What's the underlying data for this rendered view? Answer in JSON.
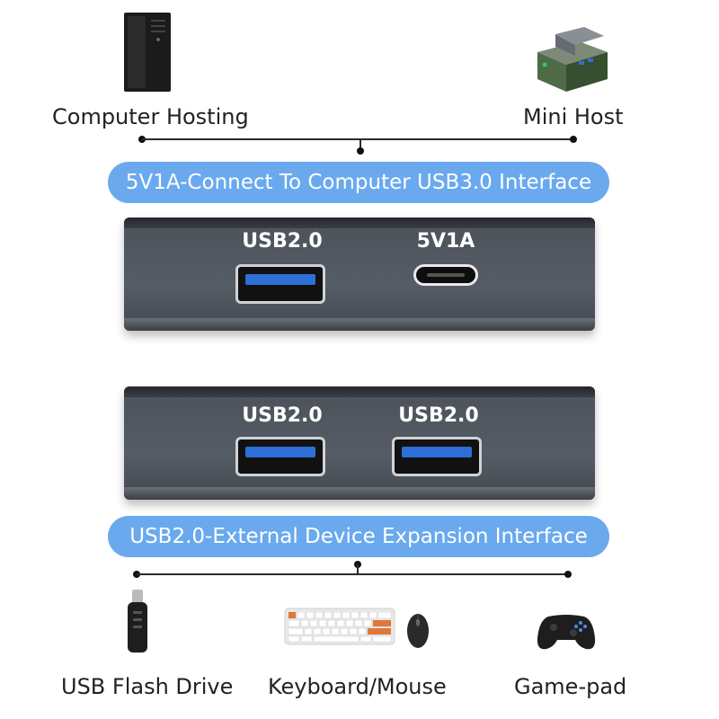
{
  "top": {
    "left_label": "Computer Hosting",
    "right_label": "Mini Host",
    "banner": "5V1A-Connect To Computer USB3.0 Interface"
  },
  "hub_top": {
    "port1_label": "USB2.0",
    "port2_label": "5V1A"
  },
  "hub_bottom": {
    "port1_label": "USB2.0",
    "port2_label": "USB2.0"
  },
  "bottom": {
    "banner": "USB2.0-External Device Expansion Interface",
    "device1_label": "USB Flash Drive",
    "device2_label": "Keyboard/Mouse",
    "device3_label": "Game-pad"
  },
  "colors": {
    "banner_bg": "#6aa9ee",
    "hub_body": "#565c65",
    "usb_a_tongue": "#2d6fd6"
  },
  "icons": [
    "tower-pc-icon",
    "mini-pc-icon",
    "usb-flash-drive-icon",
    "keyboard-icon",
    "mouse-icon",
    "gamepad-icon"
  ]
}
